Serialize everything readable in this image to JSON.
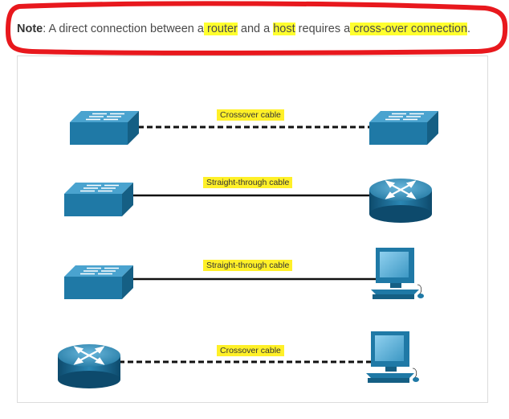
{
  "note": {
    "label": "Note",
    "segments": [
      {
        "text": ": A direct connection between a",
        "highlight": false
      },
      {
        "text": " router",
        "highlight": true
      },
      {
        "text": " and a ",
        "highlight": false
      },
      {
        "text": "host",
        "highlight": true
      },
      {
        "text": " requires a",
        "highlight": false
      },
      {
        "text": " cross-over connection",
        "highlight": true
      },
      {
        "text": ".",
        "highlight": false
      }
    ]
  },
  "colors": {
    "annotation_red": "#e8181d",
    "highlight_yellow": "#ffff2e",
    "device_blue": "#2a7fa8",
    "cable": "#111111"
  },
  "connections": [
    {
      "left_device": "switch",
      "right_device": "switch",
      "cable_type": "dashed",
      "label": "Crossover cable"
    },
    {
      "left_device": "switch",
      "right_device": "router",
      "cable_type": "solid",
      "label": "Straight-through cable"
    },
    {
      "left_device": "switch",
      "right_device": "pc",
      "cable_type": "solid",
      "label": "Straight-through cable"
    },
    {
      "left_device": "router",
      "right_device": "pc",
      "cable_type": "dashed",
      "label": "Crossover cable"
    }
  ]
}
